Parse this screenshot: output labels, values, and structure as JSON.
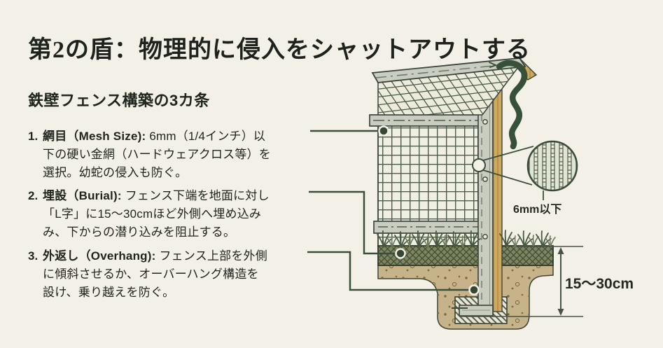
{
  "title": "第2の盾：物理的に侵入をシャットアウトする",
  "panel": {
    "heading": "鉄壁フェンス構築の3カ条",
    "items": [
      {
        "num": "1.",
        "lead": "網目（Mesh Size):",
        "line1_rest": "6mm（1/4インチ）以",
        "line2": "下の硬い金網（ハードウェアクロス等）を",
        "line3": "選択。幼蛇の侵入も防ぐ。"
      },
      {
        "num": "2.",
        "lead": "埋設（Burial):",
        "line1_rest": "フェンス下端を地面に対し",
        "line2": "「L字」に15〜30cmほど外側へ埋め込み",
        "line3": "み、下からの潜り込みを阻止する。"
      },
      {
        "num": "3.",
        "lead": "外返し（Overhang):",
        "line1_rest": "フェンス上部を外側",
        "line2": "に傾斜させるか、オーバーハング構造を",
        "line3": "設け、乗り越えを防ぐ。"
      }
    ]
  },
  "diagram": {
    "mesh_detail_label": "6mm以下",
    "burial_depth_label": "15〜30cm"
  },
  "colors": {
    "background": "#f3f0e7",
    "ink": "#20261e",
    "callout_green": "#3c4f3c",
    "metal_gray": "#c9cdc1",
    "wood_tan": "#cfa75d",
    "subsoil_tan": "#c6b38a",
    "topsoil_olive": "#7d8660",
    "snake_green": "#36503a"
  }
}
